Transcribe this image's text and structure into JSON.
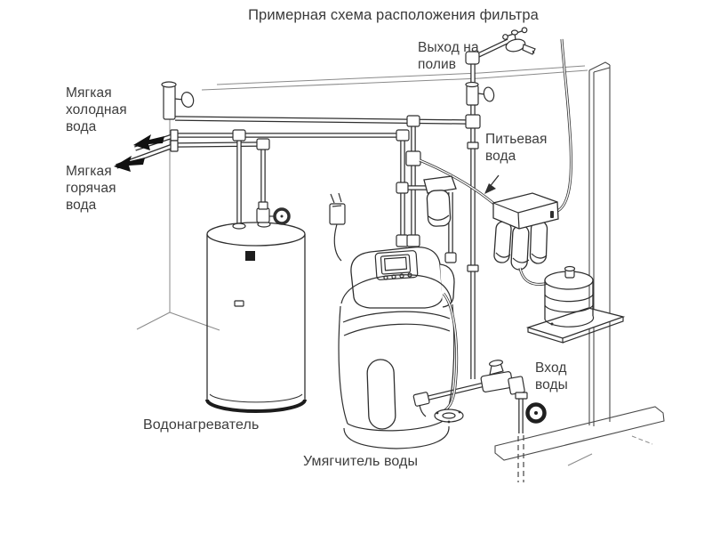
{
  "title": "Примерная схема расположения фильтра",
  "labels": {
    "irrigation_output": "Выход на\nполив",
    "soft_cold_water": "Мягкая\nхолодная\nвода",
    "soft_hot_water": "Мягкая\nгорячая\nвода",
    "drinking_water": "Питьевая\nвода",
    "water_inlet": "Вход\nводы",
    "water_heater": "Водонагреватель",
    "water_softener": "Умягчитель воды"
  },
  "colors": {
    "background": "#ffffff",
    "ink": "#2f2f2f",
    "structure_lines": "#8a8a8a",
    "text": "#3d3d3d"
  },
  "components": [
    "ceiling-joist",
    "wall-corner",
    "wall-post",
    "floor-board",
    "main-shutoff-valve",
    "supply-pipes",
    "soft-water-flow-arrows",
    "irrigation-riser",
    "riser-valve",
    "irrigation-faucet",
    "power-plug",
    "water-heater",
    "heater-valve",
    "water-softener",
    "softener-control-panel",
    "sediment-filter",
    "drinking-water-filter",
    "filter-storage-tank",
    "tank-shelf",
    "inlet-valve",
    "inlet-handwheel",
    "floor-drain",
    "drinking-water-tube"
  ]
}
